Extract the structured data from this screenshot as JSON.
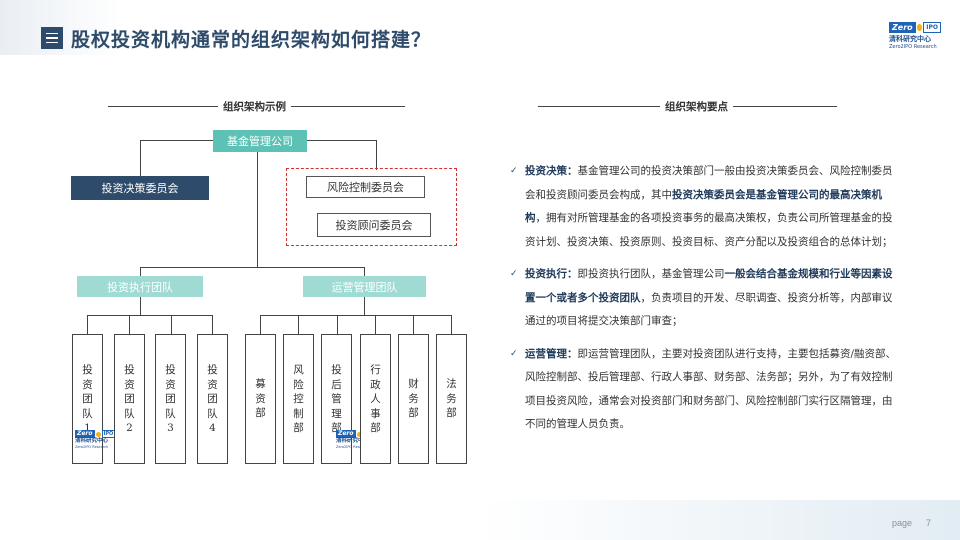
{
  "title": "股权投资机构通常的组织架构如何搭建？",
  "logo": {
    "zero": "Zero",
    "ipo": "IPO",
    "cn": "清科研究中心",
    "en": "Zero2IPO Research"
  },
  "left_section": {
    "heading": "组织架构示例"
  },
  "right_section": {
    "heading": "组织架构要点"
  },
  "org": {
    "root": "基金管理公司",
    "decision": "投资决策委员会",
    "risk": "风险控制委员会",
    "advisory": "投资顾问委员会",
    "invest_team": "投资执行团队",
    "ops_team": "运营管理团队",
    "invest_units": [
      {
        "label": "投\n资\n团\n队\n1"
      },
      {
        "label": "投\n资\n团\n队\n2"
      },
      {
        "label": "投\n资\n团\n队\n3"
      },
      {
        "label": "投\n资\n团\n队\n4"
      }
    ],
    "ops_units": [
      {
        "label": "募\n资\n部"
      },
      {
        "label": "风\n险\n控\n制\n部"
      },
      {
        "label": "投\n后\n管\n理\n部"
      },
      {
        "label": "行\n政\n人\n事\n部"
      },
      {
        "label": "财\n务\n部"
      },
      {
        "label": "法\n务\n部"
      }
    ]
  },
  "points": [
    {
      "head": "投资决策：",
      "pre": "基金管理公司的投资决策部门一般由投资决策委员会、风险控制委员会和投资顾问委员会构成，其中",
      "highlight": "投资决策委员会是基金管理公司的最高决策机构",
      "post": "，拥有对所管理基金的各项投资事务的最高决策权，负责公司所管理基金的投资计划、投资决策、投资原则、投资目标、资产分配以及投资组合的总体计划；"
    },
    {
      "head": "投资执行：",
      "pre": "即投资执行团队，基金管理公司",
      "highlight": "一般会结合基金规模和行业等因素设置一个或者多个投资团队",
      "post": "，负责项目的开发、尽职调查、投资分析等，内部审议通过的项目将提交决策部门审查；"
    },
    {
      "head": "运营管理：",
      "pre": "即运营管理团队，主要对投资团队进行支持，主要包括募资/融资部、风险控制部、投后管理部、行政人事部、财务部、法务部；另外，为了有效控制项目投资风险，通常会对投资部门和财务部门、风险控制部门实行区隔管理，由不同的管理人员负责。",
      "highlight": "",
      "post": ""
    }
  ],
  "footer": {
    "page_label": "page",
    "page_number": "7"
  },
  "colors": {
    "navy": "#2f4b6b",
    "teal": "#5ec1b6",
    "teal_light": "#9fdbd3",
    "risk_frame": "#d03030"
  }
}
